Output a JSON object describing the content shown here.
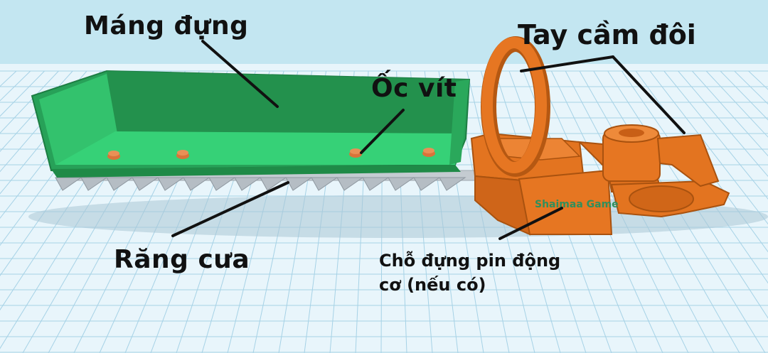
{
  "labels": {
    "tray": "Máng đựng",
    "screw": "Ốc vít",
    "handle": "Tay cầm đôi",
    "teeth": "Răng cưa",
    "battery_line1": "Chỗ đựng pin động",
    "battery_line2": "cơ (nếu có)"
  },
  "engraving": "Shaimaa Game",
  "colors": {
    "sky": "#bfe4f0",
    "floor": "#e6f4fa",
    "grid": "#9fcde2",
    "tray_outer": "#2aa45c",
    "tray_inner": "#2ecc71",
    "tray_back": "#24944f",
    "blade": "#b9c0c6",
    "body_orange": "#e67622",
    "body_dark": "#b85a17",
    "screw": "#d9733a",
    "leader": "#111111"
  }
}
